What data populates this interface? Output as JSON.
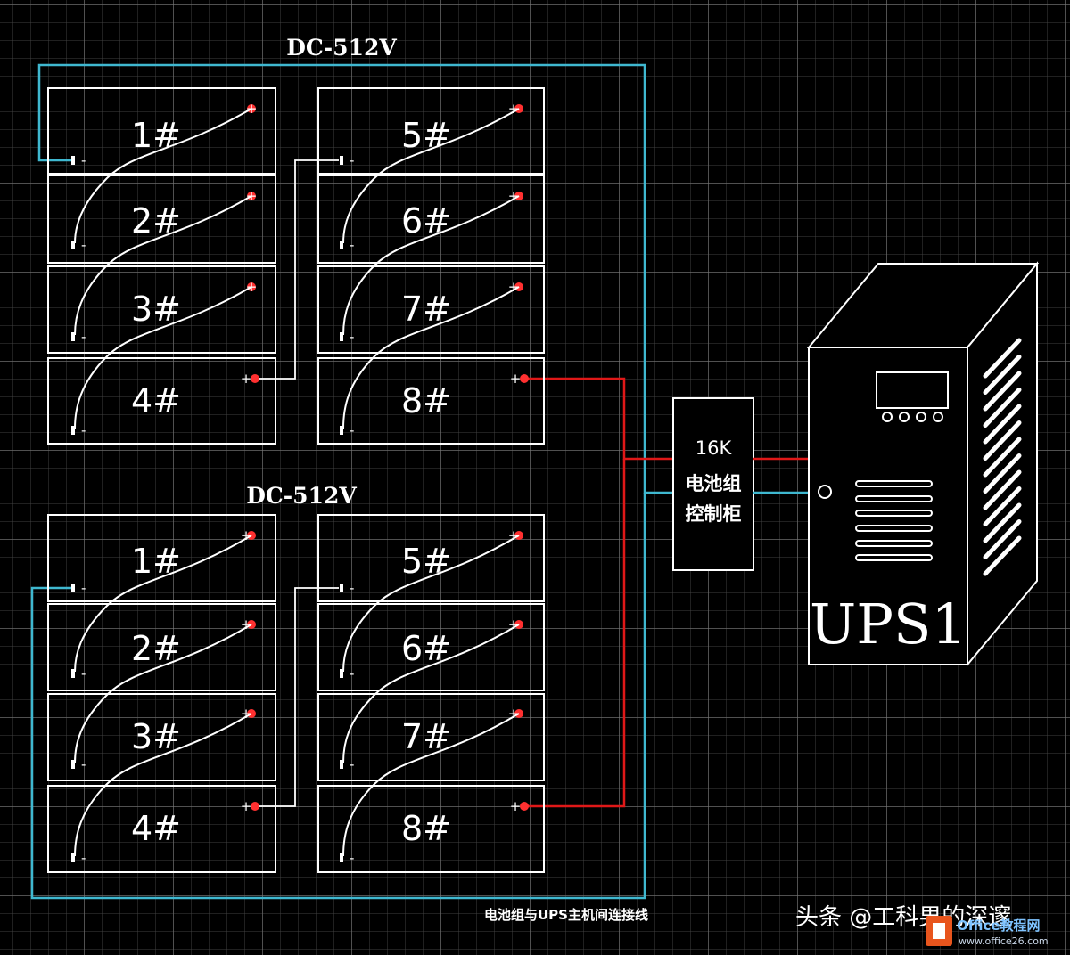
{
  "groups": [
    {
      "voltage_label": "DC-512V",
      "batteries": [
        {
          "id": "1#",
          "positive": "+",
          "negative": "-"
        },
        {
          "id": "2#",
          "positive": "+",
          "negative": "-"
        },
        {
          "id": "3#",
          "positive": "+",
          "negative": "-"
        },
        {
          "id": "4#",
          "positive": "+",
          "negative": "-"
        },
        {
          "id": "5#",
          "positive": "+",
          "negative": "-"
        },
        {
          "id": "6#",
          "positive": "+",
          "negative": "-"
        },
        {
          "id": "7#",
          "positive": "+",
          "negative": "-"
        },
        {
          "id": "8#",
          "positive": "+",
          "negative": "-"
        }
      ]
    },
    {
      "voltage_label": "DC-512V",
      "batteries": [
        {
          "id": "1#",
          "positive": "+",
          "negative": "-"
        },
        {
          "id": "2#",
          "positive": "+",
          "negative": "-"
        },
        {
          "id": "3#",
          "positive": "+",
          "negative": "-"
        },
        {
          "id": "4#",
          "positive": "+",
          "negative": "-"
        },
        {
          "id": "5#",
          "positive": "+",
          "negative": "-"
        },
        {
          "id": "6#",
          "positive": "+",
          "negative": "-"
        },
        {
          "id": "7#",
          "positive": "+",
          "negative": "-"
        },
        {
          "id": "8#",
          "positive": "+",
          "negative": "-"
        }
      ]
    }
  ],
  "controller": {
    "line1": "16K",
    "line2": "电池组",
    "line3": "控制柜"
  },
  "ups": {
    "label": "UPS1",
    "indicator_icon": "power-indicator-icon",
    "vent_icon": "vent-slots-icon"
  },
  "caption": "电池组与UPS主机间连接线",
  "watermark": {
    "source": "头条 @工科男的深邃",
    "logo_text": "Office教程网",
    "logo_url": "www.office26.com",
    "logo_icon": "office-logo-icon"
  },
  "colors": {
    "background": "#000000",
    "outline": "#ffffff",
    "positive_wire": "#e01818",
    "negative_wire": "#3fb8d0",
    "terminal": "#ff3030"
  }
}
